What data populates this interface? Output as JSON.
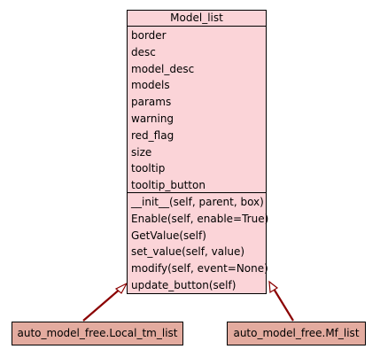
{
  "main_class": {
    "name": "Model_list",
    "attributes": [
      "border",
      "desc",
      "model_desc",
      "models",
      "params",
      "warning",
      "red_flag",
      "size",
      "tooltip",
      "tooltip_button"
    ],
    "methods": [
      "__init__(self, parent, box)",
      "Enable(self, enable=True)",
      "GetValue(self)",
      "set_value(self, value)",
      "modify(self, event=None)",
      "update_button(self)"
    ]
  },
  "subclasses": {
    "left": "auto_model_free.Local_tm_list",
    "right": "auto_model_free.Mf_list"
  },
  "colors": {
    "class_fill": "#fbd4d8",
    "subclass_fill": "#e3ab9f",
    "edge": "#8b0000"
  }
}
